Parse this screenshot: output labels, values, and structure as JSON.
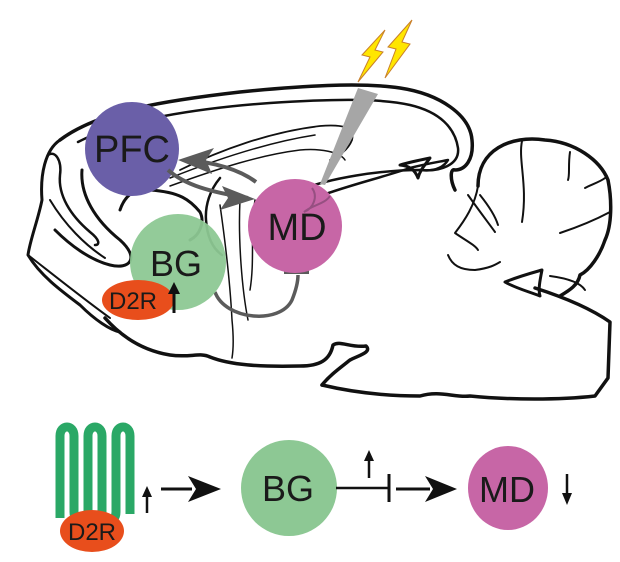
{
  "top_panel": {
    "regions": {
      "pfc": {
        "label": "PFC",
        "color": "#6a5fa8"
      },
      "md": {
        "label": "MD",
        "color": "#c766a6"
      },
      "bg": {
        "label": "BG",
        "color": "#8dc894"
      },
      "d2r": {
        "label": "D2R",
        "color": "#e84e1c"
      }
    },
    "d2r_change": "up",
    "stimulation_icon": "lightning-bolt-icon",
    "electrode_color": "#a6a6a6",
    "bolt_color": "#ffe600",
    "arrow_color": "#5b5b5b"
  },
  "bottom_panel": {
    "receptor": {
      "label": "D2R",
      "color": "#e84e1c",
      "helix_color": "#2aa866",
      "change": "up"
    },
    "bg": {
      "label": "BG",
      "color": "#8dc894",
      "output_change": "up"
    },
    "md": {
      "label": "MD",
      "color": "#c766a6",
      "change": "down"
    }
  }
}
